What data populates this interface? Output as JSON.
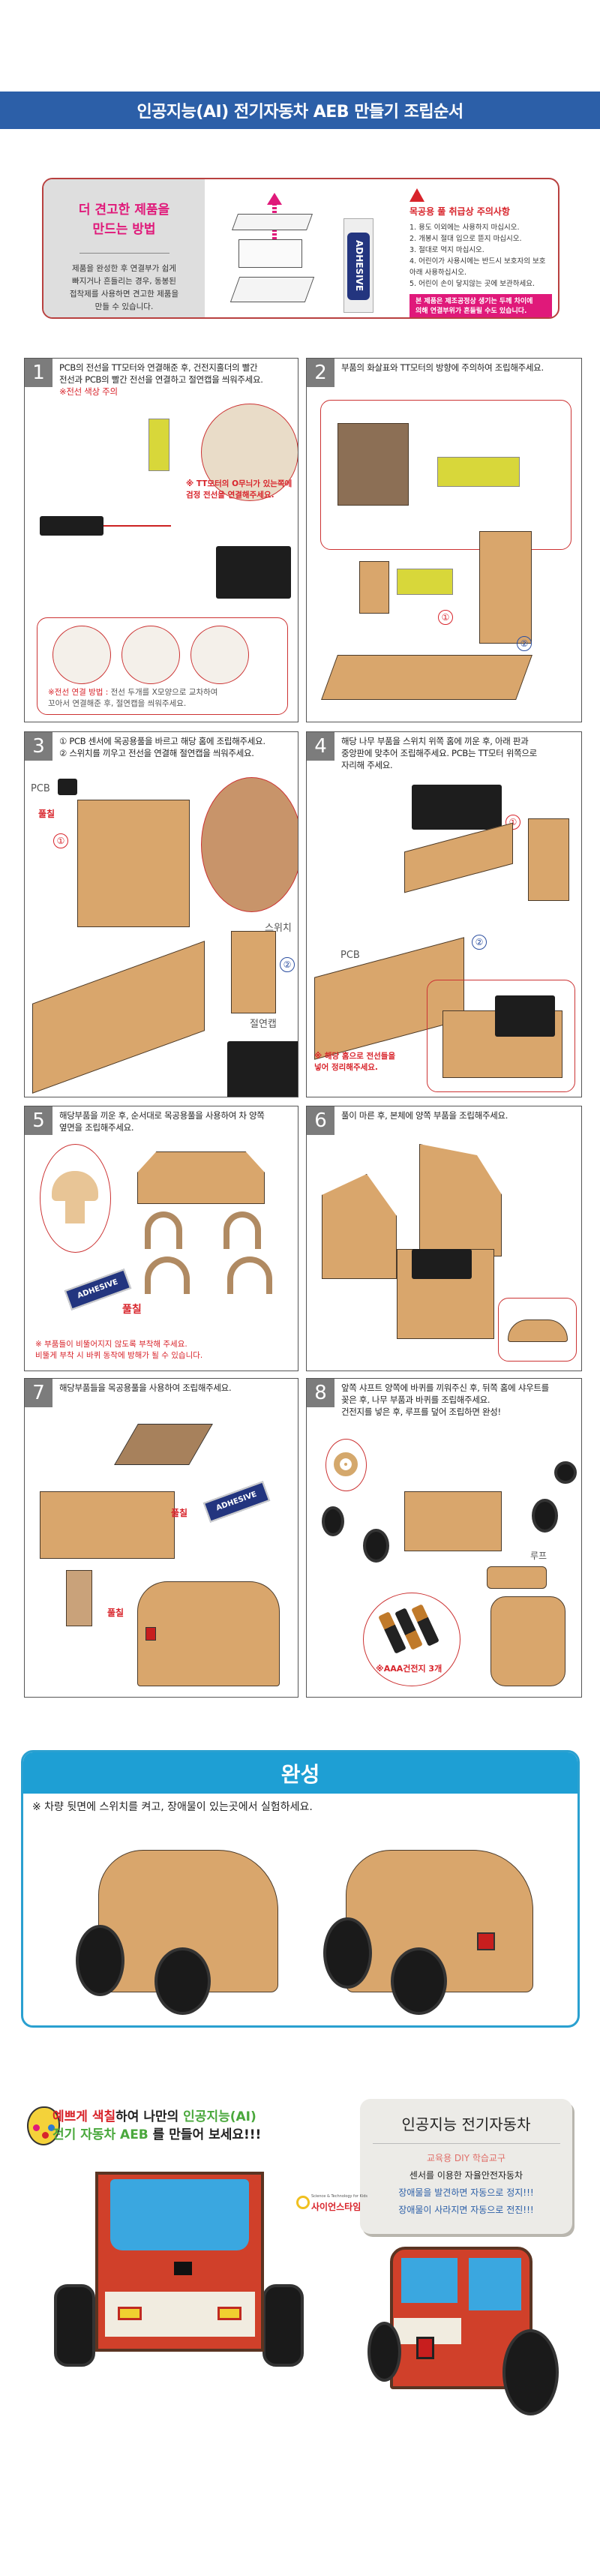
{
  "title": "인공지능(AI) 전기자동차 AEB 만들기 조립순서",
  "tip": {
    "heading": "더 견고한 제품을\n만드는 방법",
    "body": "제품을 완성한 후 연결부가 쉽게\n빠지거나 흔들리는 경우, 동봉된\n접착제를 사용하면 견고한 제품을\n만들 수 있습니다.",
    "adhesive_label": "ADHESIVE",
    "warning_title": "목공용 풀 취급상 주의사항",
    "warnings": [
      "1. 용도 이외에는 사용하지 마십시오.",
      "2. 개봉시 절대 입으로 뜯지 마십시오.",
      "3. 절대로 먹지 마십시오.",
      "4. 어린이가 사용시에는 반드시 보호자의 보호아래 사용하십시오.",
      "5. 어린이 손이 닿지않는 곳에 보관하세요."
    ],
    "notice": "본 제품은 제조공정상 생기는 두께 차이에\n의해 연결부위가 흔들릴 수도 있습니다."
  },
  "steps": [
    {
      "num": "1",
      "text": "PCB의 전선을 TT모터와 연결해준 후, 건전지홀더의 빨간\n전선과 PCB의 빨간 전선을 연결하고 절연캡을 씌워주세요.",
      "warn": "※전선 색상 주의",
      "motor_note": "※ TT모터의 O무늬가 있는쪽에\n검정 전선을 연결해주세요.",
      "method_label": "※전선 연결 방법 :",
      "method_text": " 전선 두개를 X모양으로 교차하여\n꼬아서 연결해준 후, 절연캡을 씌워주세요."
    },
    {
      "num": "2",
      "text": "부품의 화살표와 TT모터의 방향에 주의하여 조립해주세요.",
      "marks": [
        "①",
        "②"
      ]
    },
    {
      "num": "3",
      "text": "① PCB 센서에 목공용풀을 바르고 해당 홈에 조립해주세요.\n② 스위치를 끼우고 전선을 연결해 절연캡을 씌워주세요.",
      "labels": {
        "pcb": "PCB",
        "glue": "풀칠",
        "m1": "①",
        "switch": "스위치",
        "m2": "②",
        "cap": "절연캡"
      }
    },
    {
      "num": "4",
      "text": "해당 나무 부품을 스위치 위쪽 홈에 끼운 후, 아래 판과\n중앙판에 맞추어 조립해주세요. PCB는 TT모터 위쪽으로\n자리해 주세요.",
      "labels": {
        "m1": "①",
        "m2": "②",
        "pcb": "PCB"
      },
      "note": "※ 해당 홈으로 전선들을\n넣어 정리해주세요."
    },
    {
      "num": "5",
      "text": "해당부품을 끼운 후, 순서대로 목공용풀을 사용하여 차 양쪽\n옆면을 조립해주세요.",
      "glue": "풀칠",
      "adhesive_label": "ADHESIVE",
      "note": "※ 부품들이 비뚤어지지 않도록 부착해 주세요.\n   비뚤게 부착 시 바퀴 동작에 방해가 될 수 있습니다."
    },
    {
      "num": "6",
      "text": "풀이 마른 후, 본체에 양쪽 부품을 조립해주세요."
    },
    {
      "num": "7",
      "text": "해당부품들을 목공용풀을 사용하여 조립해주세요.",
      "glue": "풀칠",
      "adhesive_label": "ADHESIVE"
    },
    {
      "num": "8",
      "text": "앞쪽 샤프트 양쪽에 바퀴를 끼워주신 후, 뒤쪽 홈에 샤우트를\n꽂은 후, 나무 부품과 바퀴를 조립해주세요.\n건전지를 넣은 후, 루프를 덮어 조립하면 완성!",
      "roof": "루프",
      "battery": "※AAA건전지 3개"
    }
  ],
  "completion": {
    "title": "완성",
    "note": "※ 차량 뒷면에 스위치를 켜고, 장애물이 있는곳에서 실험하세요."
  },
  "promo": {
    "line1": [
      {
        "t": "예쁘게 색칠",
        "c": "#d8242b"
      },
      {
        "t": "하여 나만의 ",
        "c": "#222"
      },
      {
        "t": "인공지능(AI)",
        "c": "#4aa83c"
      }
    ],
    "line2": [
      {
        "t": "전기 자동차 AEB",
        "c": "#4aa83c"
      },
      {
        "t": " 를 만들어 보세요!!!",
        "c": "#222"
      }
    ],
    "logo_text": "사이언스타임",
    "logo_tagline": "Science & Technology for Kids",
    "card": {
      "title": "인공지능 전기자동차",
      "subtitle": "교육용 DIY 학습교구",
      "line1": "센서를 이용한 자율안전자동차",
      "line2": "장애물을 발견하면 자동으로 정지!!!",
      "line3": "장애물이 사라지면 자동으로 전진!!!"
    }
  },
  "colors": {
    "title_bar": "#2c5fa8",
    "completion": "#1e9fd4",
    "accent_pink": "#e0197a",
    "warning_red": "#d8242b",
    "step_number": "#7c7c7c"
  }
}
